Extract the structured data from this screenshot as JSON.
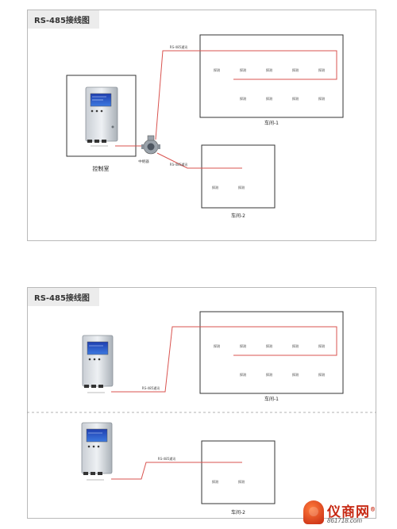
{
  "diagram1": {
    "title": "RS-485接线图",
    "control_room_label": "控制室",
    "workshop1_label": "车间-1",
    "workshop2_label": "车间-2",
    "relay_label": "中继器",
    "bus_label_1": "RS-485通讯",
    "bus_label_2": "RS-485通讯",
    "detector_tag": "探测"
  },
  "diagram2": {
    "title": "RS-485接线图",
    "workshop1_label": "车间-1",
    "workshop2_label": "车间-2",
    "bus_label_1": "RS-485通讯",
    "bus_label_2": "RS-485通讯",
    "detector_tag": "探测"
  },
  "watermark": {
    "name": "仪商网",
    "registered": "®",
    "url": "861718.com"
  },
  "colors": {
    "wire": "#d9534f",
    "detector": "#2a5a8a",
    "frame": "#333333"
  }
}
